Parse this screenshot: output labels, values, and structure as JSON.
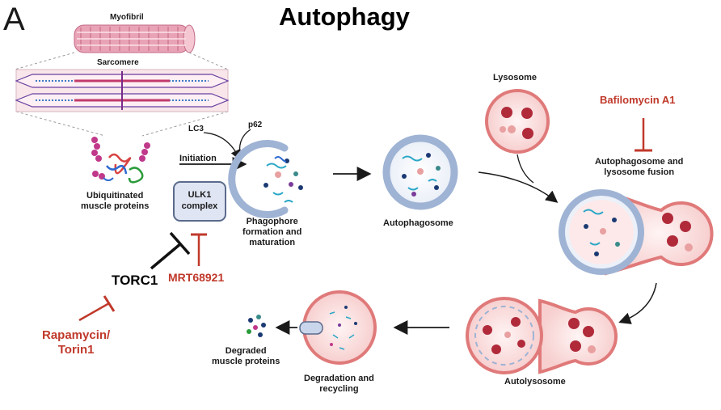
{
  "panel_letter": "A",
  "title": "Autophagy",
  "labels": {
    "myofibril": "Myofibril",
    "sarcomere": "Sarcomere",
    "ubiquitinated_line1": "Ubiquitinated",
    "ubiquitinated_line2": "muscle proteins",
    "lc3": "LC3",
    "p62": "p62",
    "initiation": "Initiation",
    "ulk1_line1": "ULK1",
    "ulk1_line2": "complex",
    "torc1": "TORC1",
    "mrt68921": "MRT68921",
    "rapamycin_line1": "Rapamycin/",
    "rapamycin_line2": "Torin1",
    "phagophore_line1": "Phagophore",
    "phagophore_line2": "formation and",
    "phagophore_line3": "maturation",
    "autophagosome": "Autophagosome",
    "lysosome": "Lysosome",
    "bafilomycin": "Bafilomycin A1",
    "fusion_line1": "Autophagosome and",
    "fusion_line2": "lysosome fusion",
    "autolysosome": "Autolysosome",
    "degradation_line1": "Degradation and",
    "degradation_line2": "recycling",
    "degraded_line1": "Degraded",
    "degraded_line2": "muscle proteins"
  },
  "colors": {
    "inhibitor_red": "#c0392b",
    "vesicle_blue": "#9fb3d4",
    "lysosome_red": "#e07a7a",
    "lysosome_fill": "#fbe3e3",
    "myofibril_pink": "#e9a3b6",
    "ulk1_fill": "#dfe5f3"
  }
}
